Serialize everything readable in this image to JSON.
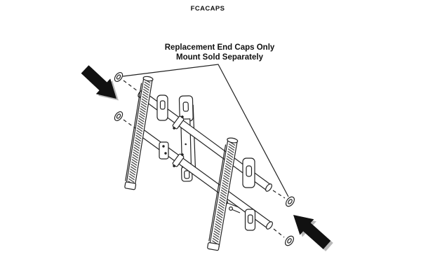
{
  "header": {
    "title": "FCACAPS"
  },
  "annotation": {
    "line1": "Replacement End Caps Only",
    "line2": "Mount Sold Separately"
  },
  "diagram": {
    "description": "Exploded line drawing of a tilting TV wall mount; four round end caps shown removed from the two cross tubes, with dashed insertion guides, a leader line from the caption to the caps, and two solid black arrows pointing at the caps",
    "end_cap_count": 4,
    "icons": {
      "left_arrow": "black-arrow-down-right",
      "right_arrow": "black-arrow-up-left",
      "end_cap": "round-push-cap"
    },
    "colors": {
      "line": "#222222",
      "arrow": "#111111",
      "arrow_shadow": "#b9b9b9",
      "background": "#ffffff"
    }
  }
}
